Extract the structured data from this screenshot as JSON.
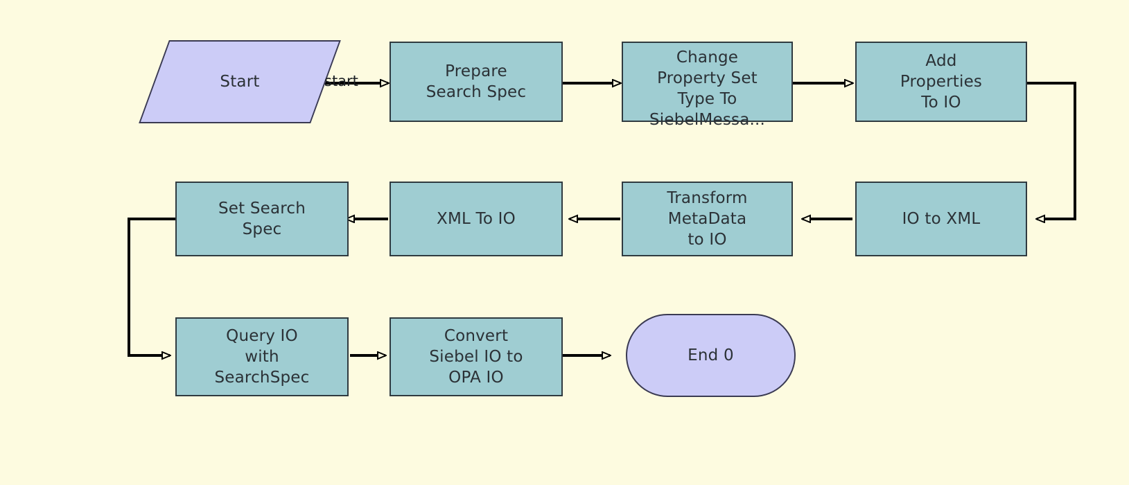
{
  "diagram": {
    "type": "workflow-flowchart",
    "background_color": "#fdfbe0",
    "process_fill": "#9fcdd2",
    "terminator_fill": "#ccccf7",
    "stroke_color": "#2f3a40",
    "nodes": [
      {
        "id": "start",
        "label": "Start",
        "shape": "parallelogram",
        "row": 1
      },
      {
        "id": "prepare",
        "label": "Prepare\nSearch Spec",
        "shape": "rectangle",
        "row": 1
      },
      {
        "id": "change-type",
        "label": "Change\nProperty Set\nType To\nSiebelMessa...",
        "shape": "rectangle",
        "row": 1
      },
      {
        "id": "add-properties",
        "label": "Add\nProperties\nTo IO",
        "shape": "rectangle",
        "row": 1
      },
      {
        "id": "io-to-xml",
        "label": "IO to XML",
        "shape": "rectangle",
        "row": 2
      },
      {
        "id": "transform",
        "label": "Transform\nMetaData\nto IO",
        "shape": "rectangle",
        "row": 2
      },
      {
        "id": "xml-to-io",
        "label": "XML To IO",
        "shape": "rectangle",
        "row": 2
      },
      {
        "id": "set-search-spec",
        "label": "Set Search\nSpec",
        "shape": "rectangle",
        "row": 2
      },
      {
        "id": "query-io",
        "label": "Query IO\nwith\nSearchSpec",
        "shape": "rectangle",
        "row": 3
      },
      {
        "id": "convert",
        "label": "Convert\nSiebel IO to\nOPA IO",
        "shape": "rectangle",
        "row": 3
      },
      {
        "id": "end",
        "label": "End 0",
        "shape": "stadium",
        "row": 3
      }
    ],
    "edges": [
      {
        "from": "start",
        "to": "prepare",
        "label": "start"
      },
      {
        "from": "prepare",
        "to": "change-type",
        "label": ""
      },
      {
        "from": "change-type",
        "to": "add-properties",
        "label": ""
      },
      {
        "from": "add-properties",
        "to": "io-to-xml",
        "label": ""
      },
      {
        "from": "io-to-xml",
        "to": "transform",
        "label": ""
      },
      {
        "from": "transform",
        "to": "xml-to-io",
        "label": ""
      },
      {
        "from": "xml-to-io",
        "to": "set-search-spec",
        "label": ""
      },
      {
        "from": "set-search-spec",
        "to": "query-io",
        "label": ""
      },
      {
        "from": "query-io",
        "to": "convert",
        "label": ""
      },
      {
        "from": "convert",
        "to": "end",
        "label": ""
      }
    ]
  }
}
